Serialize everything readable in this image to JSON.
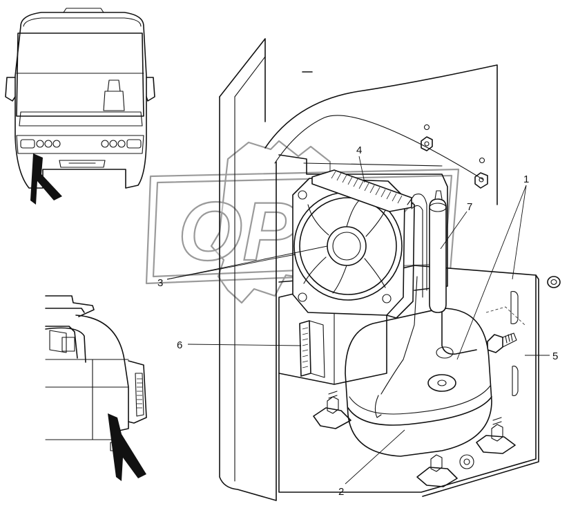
{
  "diagram": {
    "callouts": [
      {
        "id": "c1",
        "text": "1"
      },
      {
        "id": "c2",
        "text": "2"
      },
      {
        "id": "c3",
        "text": "3"
      },
      {
        "id": "c4",
        "text": "4"
      },
      {
        "id": "c5",
        "text": "5"
      },
      {
        "id": "c6",
        "text": "6"
      },
      {
        "id": "c7",
        "text": "7"
      }
    ],
    "watermark": {
      "text": "OPEX",
      "kind": "logo"
    },
    "colors": {
      "line": "#111111",
      "background": "#ffffff",
      "watermark": "#9a9a9a"
    },
    "icons": [
      "location-arrow-icon",
      "location-arrow-icon"
    ]
  }
}
